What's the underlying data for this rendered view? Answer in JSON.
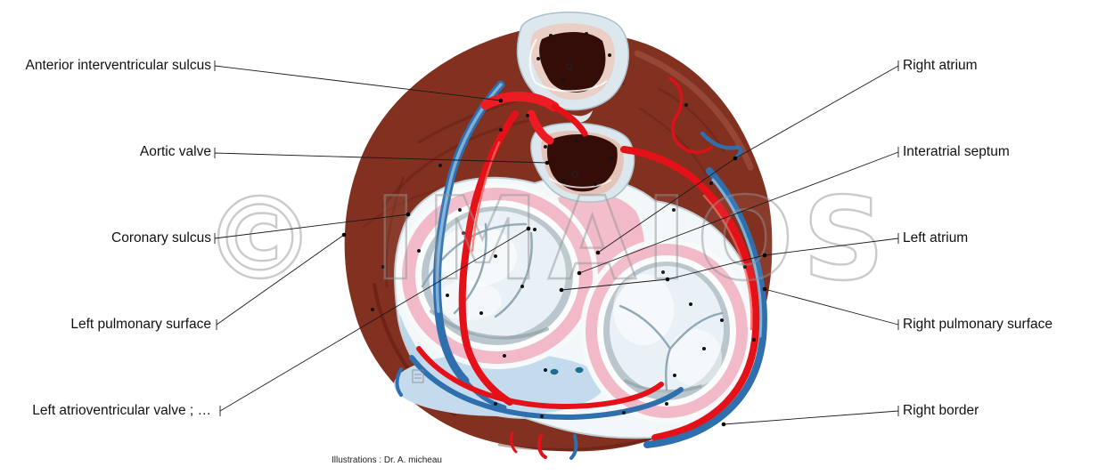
{
  "figure": {
    "watermark": "© IMAIOS",
    "credit": "Illustrations : Dr. A. micheau",
    "subject": "Heart, transverse section through the base showing valves"
  },
  "labels": {
    "left": [
      "Anterior interventricular sulcus",
      "Aortic valve",
      "Coronary sulcus",
      "Left pulmonary surface",
      "Left atrioventricular valve ; …"
    ],
    "right": [
      "Right atrium",
      "Interatrial septum",
      "Left atrium",
      "Right pulmonary surface",
      "Right border"
    ]
  },
  "colors": {
    "myocardium": "#82301f",
    "myocardium_dark": "#5f1d11",
    "myocardium_light": "#a05840",
    "artery_red": "#e41119",
    "vein_blue": "#2f6fae",
    "vein_highlight": "#7fb0d8",
    "ring_pink": "#f2bac8",
    "annulus_gray": "#b9c6cd",
    "leaflet_blue": "#e9f1f6",
    "valve_cavity_dark": "#350d08",
    "sinus_blue": "#bcd6e9",
    "watermark_gray": "#979797",
    "leader_line": "#1a1a1a"
  }
}
